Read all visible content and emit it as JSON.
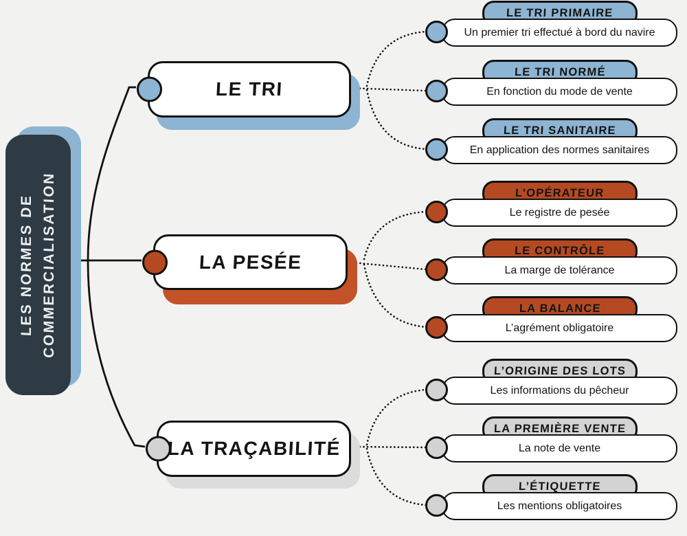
{
  "root": {
    "line1": "LES NORMES DE",
    "line2": "COMMERCIALISATION"
  },
  "branches": [
    {
      "label": "LE TRI",
      "color": "#8db4d2",
      "children": [
        {
          "title": "LE TRI PRIMAIRE",
          "desc": "Un premier tri effectué à bord du navire"
        },
        {
          "title": "LE TRI NORMÉ",
          "desc": "En fonction du mode de vente"
        },
        {
          "title": "LE TRI SANITAIRE",
          "desc": "En application des normes sanitaires"
        }
      ]
    },
    {
      "label": "LA PESÉE",
      "color": "#b54a22",
      "children": [
        {
          "title": "L’OPÉRATEUR",
          "desc": "Le registre de pesée"
        },
        {
          "title": "LE CONTRÔLE",
          "desc": "La marge de tolérance"
        },
        {
          "title": "LA BALANCE",
          "desc": "L’agrément obligatoire"
        }
      ]
    },
    {
      "label": "LA TRAÇABILITÉ",
      "color": "#d3d3d3",
      "children": [
        {
          "title": "L’ORIGINE DES LOTS",
          "desc": "Les informations du pêcheur"
        },
        {
          "title": "LA PREMIÈRE VENTE",
          "desc": "La note de vente"
        },
        {
          "title": "L’ÉTIQUETTE",
          "desc": "Les mentions obligatoires"
        }
      ]
    }
  ],
  "colors": {
    "background": "#f2f3f1",
    "root_background": "#2e3b45",
    "root_text": "#eceff0",
    "blue": "#8db4d2",
    "rust": "#b54a22",
    "rust_shadow": "#c25227",
    "gray": "#d3d3d3",
    "gray_shadow": "#dcdcdc",
    "ink": "#141414"
  }
}
